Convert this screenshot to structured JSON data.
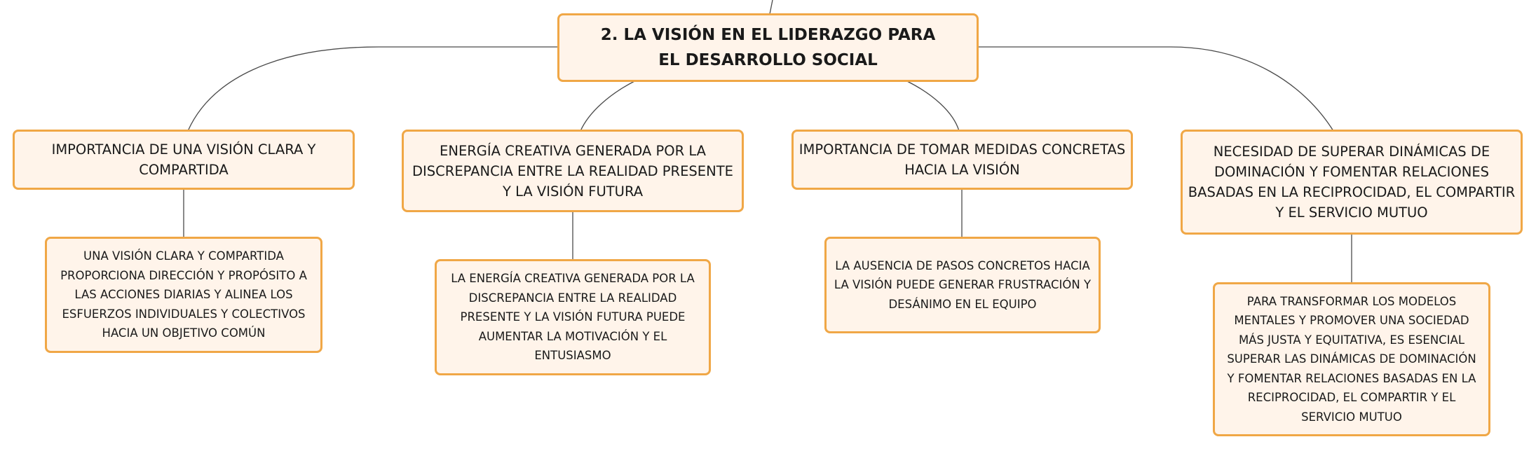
{
  "colors": {
    "node_fill": "#fff4ea",
    "node_border": "#f0a746",
    "connector": "#4a4a4a",
    "text": "#1a1a1a"
  },
  "root": {
    "title": "2. LA VISIÓN EN EL LIDERAZGO PARA EL DESARROLLO SOCIAL"
  },
  "branches": [
    {
      "title": "IMPORTANCIA DE UNA VISIÓN CLARA Y COMPARTIDA",
      "detail": "UNA VISIÓN CLARA Y COMPARTIDA PROPORCIONA DIRECCIÓN Y PROPÓSITO A LAS ACCIONES DIARIAS Y ALINEA LOS ESFUERZOS INDIVIDUALES Y COLECTIVOS HACIA UN OBJETIVO COMÚN"
    },
    {
      "title": "ENERGÍA CREATIVA GENERADA POR LA DISCREPANCIA ENTRE LA REALIDAD PRESENTE Y LA VISIÓN FUTURA",
      "detail": "LA ENERGÍA CREATIVA GENERADA POR LA DISCREPANCIA ENTRE LA REALIDAD PRESENTE Y LA VISIÓN FUTURA PUEDE AUMENTAR LA MOTIVACIÓN Y EL ENTUSIASMO"
    },
    {
      "title": "IMPORTANCIA DE TOMAR MEDIDAS CONCRETAS HACIA LA VISIÓN",
      "detail": "LA AUSENCIA DE PASOS CONCRETOS HACIA LA VISIÓN PUEDE GENERAR FRUSTRACIÓN Y DESÁNIMO EN EL EQUIPO"
    },
    {
      "title": "NECESIDAD DE SUPERAR DINÁMICAS DE DOMINACIÓN Y FOMENTAR RELACIONES BASADAS EN LA RECIPROCIDAD, EL COMPARTIR Y EL SERVICIO MUTUO",
      "detail": "PARA TRANSFORMAR LOS MODELOS MENTALES Y PROMOVER UNA SOCIEDAD MÁS JUSTA Y EQUITATIVA, ES ESENCIAL SUPERAR LAS DINÁMICAS DE DOMINACIÓN Y FOMENTAR RELACIONES BASADAS EN LA RECIPROCIDAD, EL COMPARTIR Y EL SERVICIO MUTUO"
    }
  ]
}
